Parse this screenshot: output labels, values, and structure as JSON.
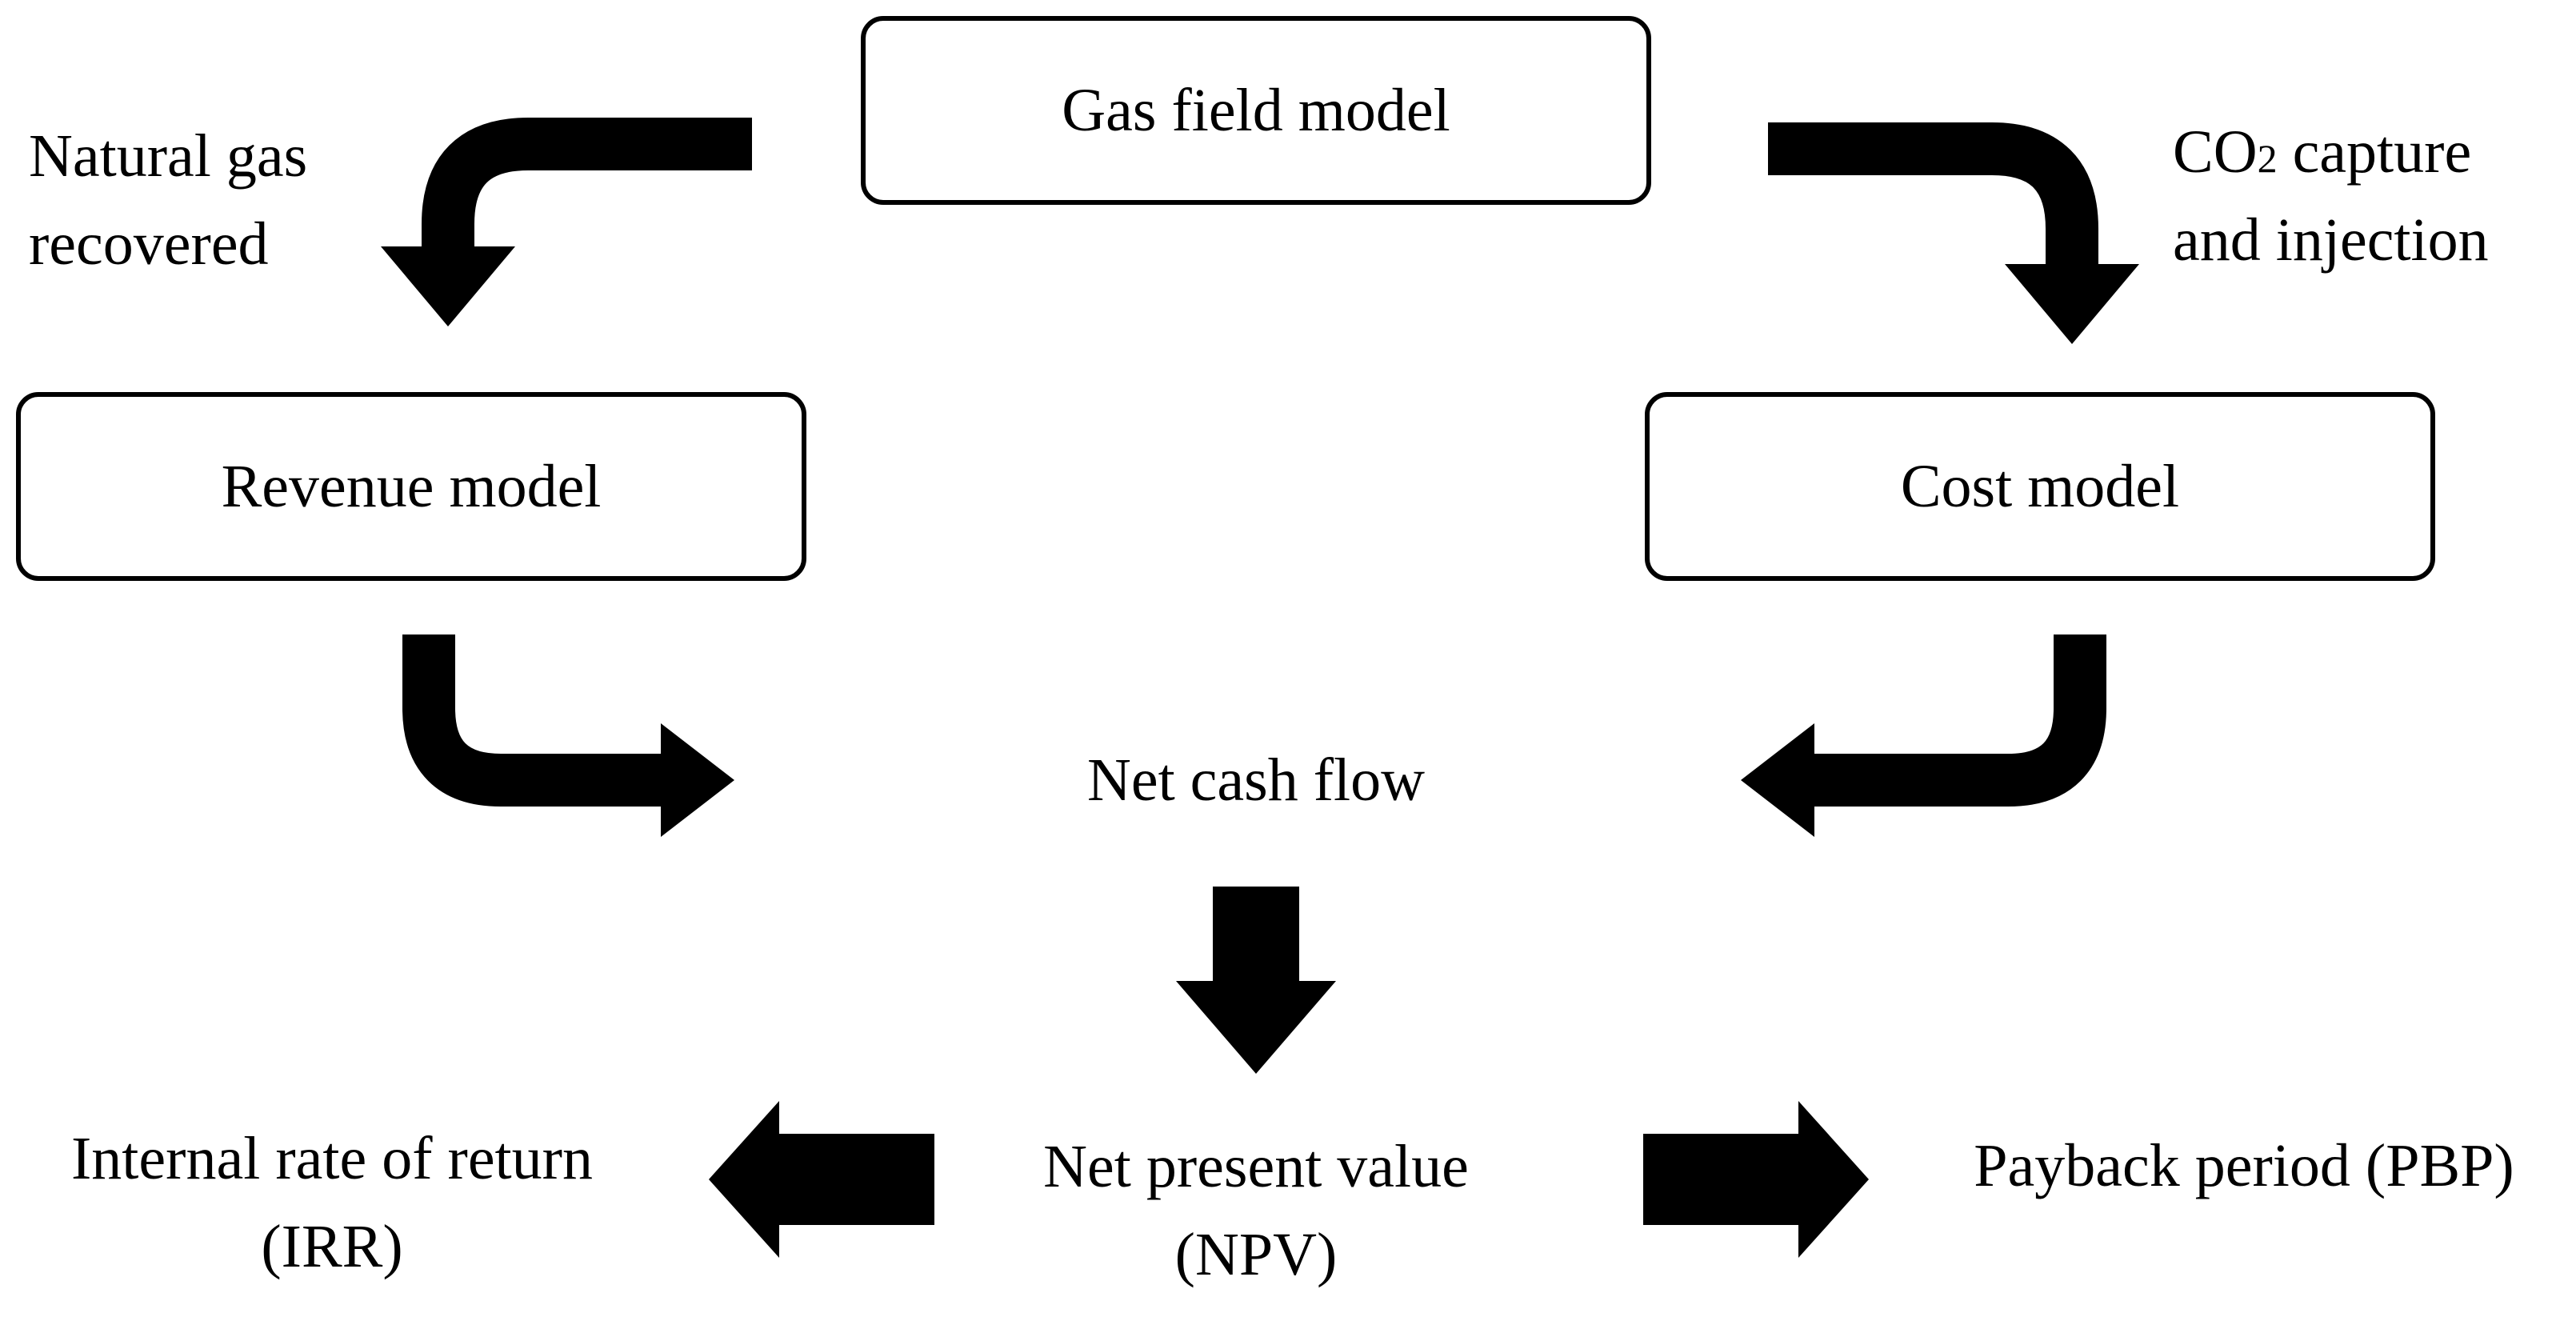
{
  "nodes": {
    "gas_field_model": "Gas field model",
    "revenue_model": "Revenue model",
    "cost_model": "Cost model",
    "net_cash_flow": "Net cash flow",
    "npv": {
      "line1": "Net present value",
      "line2": "(NPV)"
    },
    "irr": {
      "line1": "Internal rate of return",
      "line2": "(IRR)"
    },
    "pbp": "Payback period (PBP)"
  },
  "edge_labels": {
    "natural_gas": {
      "line1": "Natural gas",
      "line2": "recovered"
    },
    "co2": {
      "prefix": "CO",
      "subscript": "2",
      "suffix": " capture",
      "line2": "and injection"
    }
  },
  "colors": {
    "arrow": "#000000",
    "box_border": "#000000",
    "background": "#ffffff"
  }
}
